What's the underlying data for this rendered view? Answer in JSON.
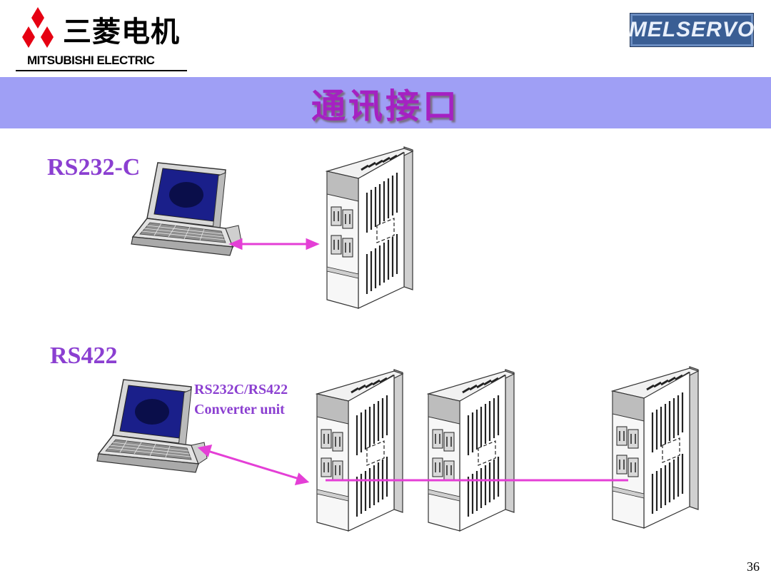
{
  "header": {
    "brand_cn": "三菱电机",
    "brand_en": "MITSUBISHI ELECTRIC",
    "product_logo": "MELSERVO"
  },
  "title": "通讯接口",
  "sections": [
    {
      "label": "RS232-C"
    },
    {
      "label": "RS422",
      "converter_lines": [
        "RS232C/RS422",
        "Converter unit"
      ]
    }
  ],
  "page_number": "36",
  "colors": {
    "title_band": "#9f9ff5",
    "title_text": "#a521c2",
    "label_text": "#8b3fd1",
    "connector": "#e43fd6",
    "logo_red": "#e60012"
  },
  "icons": [
    "mitsubishi-diamonds-logo",
    "laptop-icon",
    "servo-amplifier-icon",
    "double-arrow"
  ]
}
